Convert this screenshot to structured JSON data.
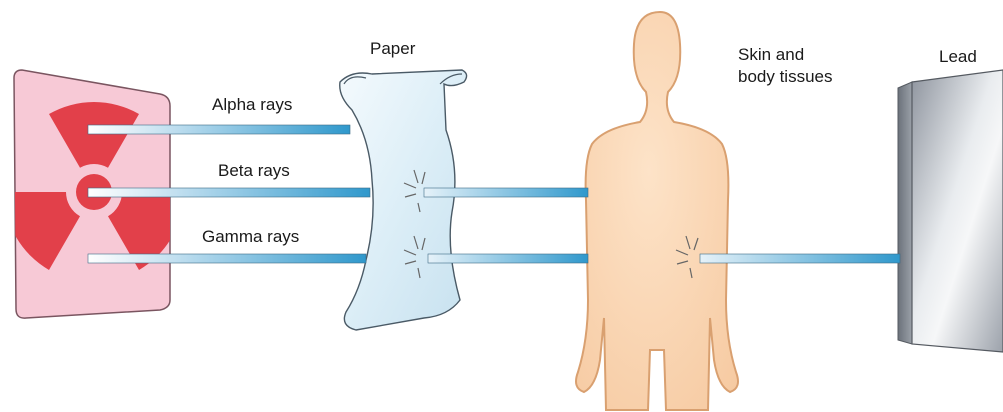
{
  "labels": {
    "paper": "Paper",
    "skin": "Skin and\nbody tissues",
    "lead": "Lead",
    "alpha": "Alpha rays",
    "beta": "Beta rays",
    "gamma": "Gamma rays"
  },
  "colors": {
    "source_panel": "#f7c9d6",
    "trefoil": "#e2404a",
    "ray_blue": "#3a9fcf",
    "paper": "#e4f1f8",
    "skin": "#fbd9b8",
    "lead": "#b5bac3"
  },
  "icons": {
    "source": "radiation-trefoil-icon",
    "impact": "impact-burst-icon"
  }
}
